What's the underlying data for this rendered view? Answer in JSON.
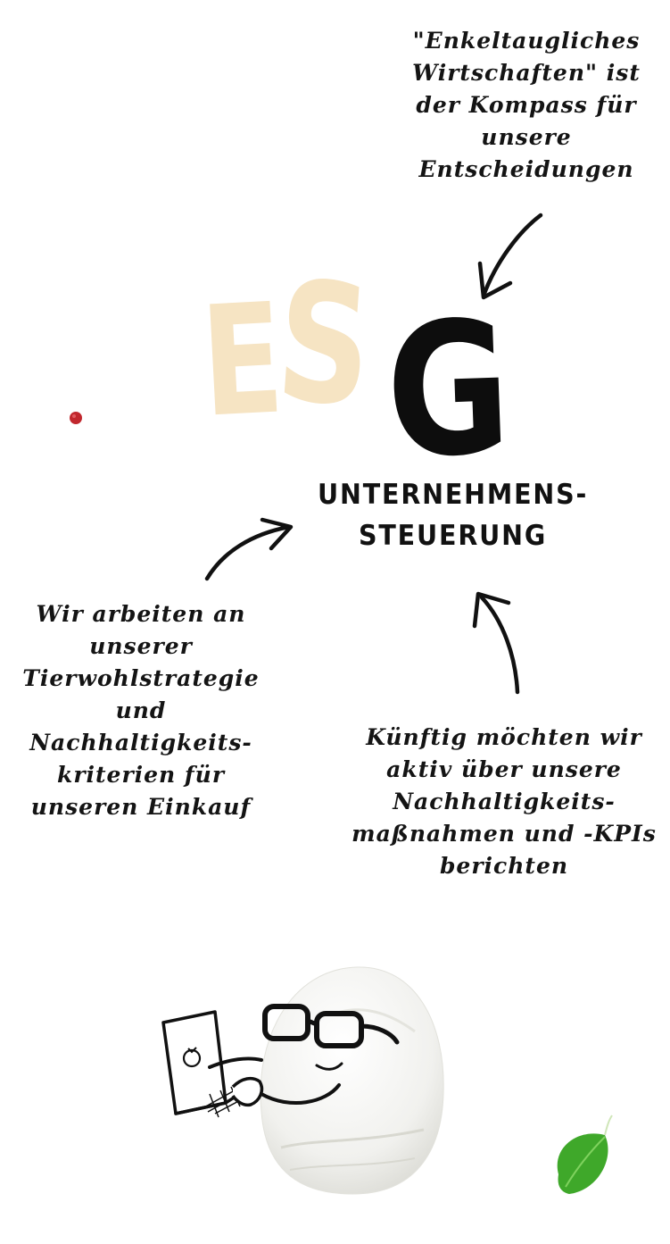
{
  "esg": {
    "letters": [
      "E",
      "S",
      "G"
    ],
    "colors": {
      "e_s": "#f6e4c3",
      "g": "#0d0d0d"
    }
  },
  "heading": {
    "line1": "UNTERNEHMENS-",
    "line2": "STEUERUNG"
  },
  "notes": {
    "top": [
      "\"Enkeltaugliches",
      "Wirtschaften\" ist",
      "der Kompass für",
      "unsere",
      "Entscheidungen"
    ],
    "left": [
      "Wir arbeiten an",
      "unserer",
      "Tierwohlstrategie",
      "und",
      "Nachhaltigkeits-",
      "kriterien für",
      "unseren Einkauf"
    ],
    "right": [
      "Künftig möchten wir",
      "aktiv über unsere",
      "Nachhaltigkeits-",
      "maßnahmen und -KPIs",
      "berichten"
    ]
  },
  "icons": [
    "arrow-down-left-icon",
    "arrow-up-right-icon",
    "arrow-up-icon",
    "laptop-icon",
    "tomato-logo-icon",
    "glasses-icon",
    "basil-leaf-icon",
    "red-dot-icon"
  ],
  "accent_colors": {
    "mozzarella": "#f1f1ee",
    "basil": "#3fa82a",
    "tomato": "#c1272d"
  }
}
